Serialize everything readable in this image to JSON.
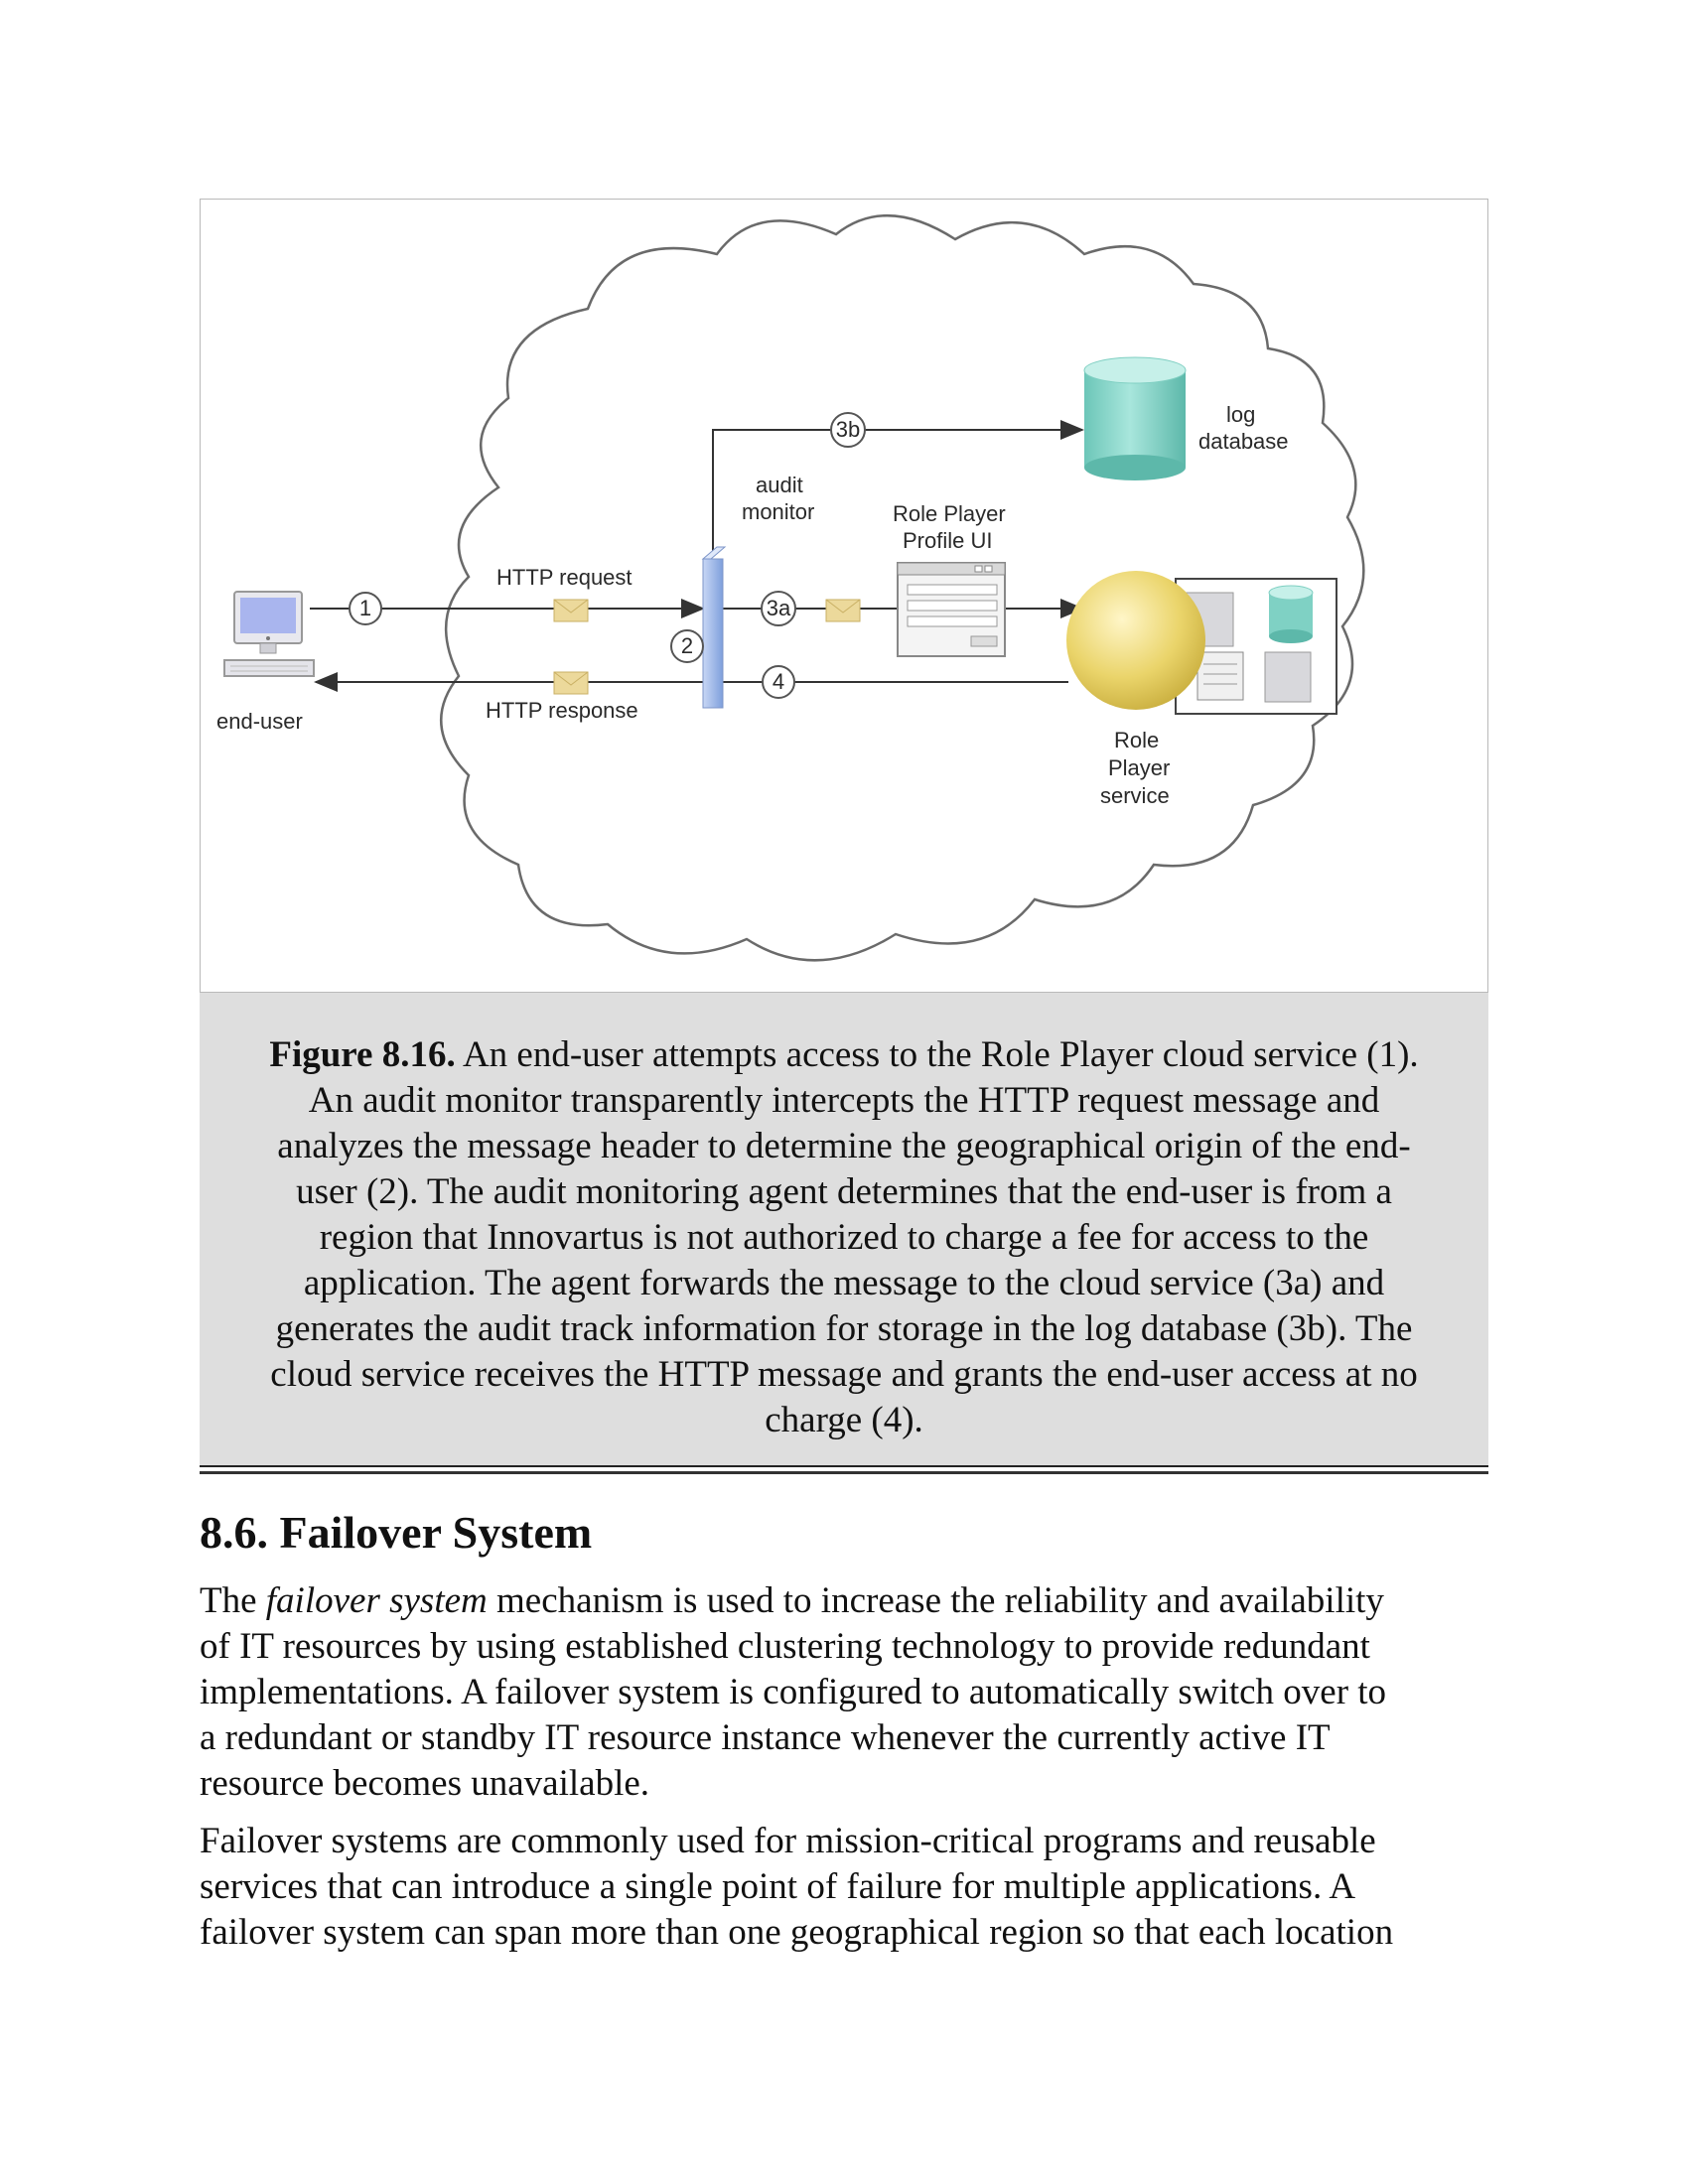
{
  "figure": {
    "labels": {
      "log_database_1": "log",
      "log_database_2": "database",
      "audit_monitor_1": "audit",
      "audit_monitor_2": "monitor",
      "profile_ui_1": "Role Player",
      "profile_ui_2": "Profile UI",
      "http_request": "HTTP request",
      "http_response": "HTTP response",
      "end_user": "end-user",
      "service_1": "Role",
      "service_2": "Player",
      "service_3": "service"
    },
    "steps": {
      "s1": "1",
      "s2": "2",
      "s3a": "3a",
      "s3b": "3b",
      "s4": "4"
    },
    "colors": {
      "cylinder": "#7fd1c4",
      "sphere": "#e9d571",
      "monitor_bar": "#9cb6e8",
      "envelope": "#ecd99b",
      "screen": "#a9b5ee"
    }
  },
  "caption": {
    "label": "Figure 8.16.",
    "line1_rest": " An end-user attempts access to the Role Player cloud service (1).",
    "line2": "An audit monitor transparently intercepts the HTTP request message and",
    "line3": "analyzes the message header to determine the geographical origin of the end-",
    "line4": "user (2). The audit monitoring agent determines that the end-user is from a",
    "line5": "region that Innovartus is not authorized to charge a fee for access to the",
    "line6": "application. The agent forwards the message to the cloud service (3a) and",
    "line7": "generates the audit track information for storage in the log database (3b). The",
    "line8": "cloud service receives the HTTP message and grants the end-user access at no",
    "line9": "charge (4)."
  },
  "section": {
    "heading": "8.6. Failover System",
    "p1_start": "The ",
    "p1_term": "failover system",
    "p1_line1_rest": " mechanism is used to increase the reliability and availability",
    "p1_line2": "of IT resources by using established clustering technology to provide redundant",
    "p1_line3": "implementations. A failover system is configured to automatically switch over to",
    "p1_line4": "a redundant or standby IT resource instance whenever the currently active IT",
    "p1_line5": "resource becomes unavailable.",
    "p2_line1": "Failover systems are commonly used for mission-critical programs and reusable",
    "p2_line2": "services that can introduce a single point of failure for multiple applications. A",
    "p2_line3": "failover system can span more than one geographical region so that each location"
  }
}
